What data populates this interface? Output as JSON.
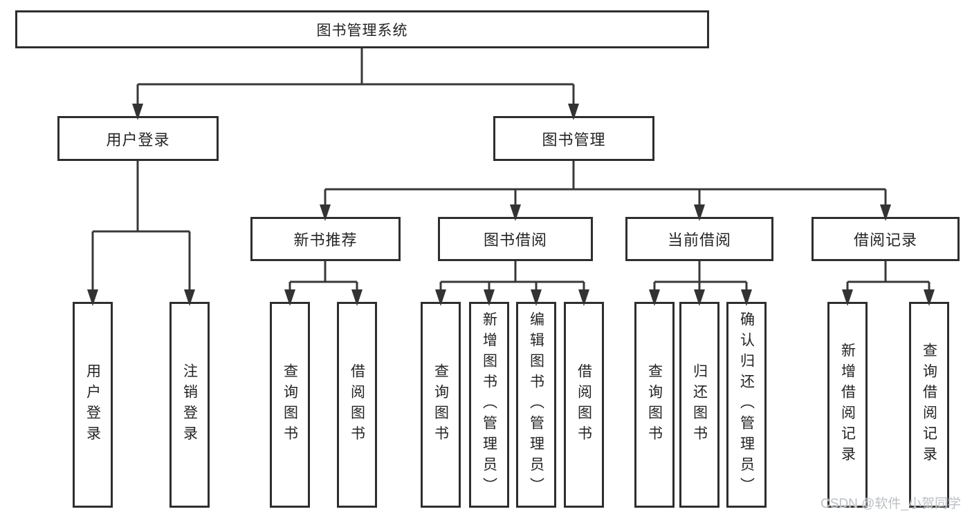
{
  "tree": {
    "root": {
      "label": "图书管理系统",
      "children": [
        {
          "label": "用户登录",
          "children": [
            {
              "label": "用户登录"
            },
            {
              "label": "注销登录"
            }
          ]
        },
        {
          "label": "图书管理",
          "children": [
            {
              "label": "新书推荐",
              "children": [
                {
                  "label": "查询图书"
                },
                {
                  "label": "借阅图书"
                }
              ]
            },
            {
              "label": "图书借阅",
              "children": [
                {
                  "label": "查询图书"
                },
                {
                  "label": "新增图书（管理员）"
                },
                {
                  "label": "编辑图书（管理员）"
                },
                {
                  "label": "借阅图书"
                }
              ]
            },
            {
              "label": "当前借阅",
              "children": [
                {
                  "label": "查询图书"
                },
                {
                  "label": "归还图书"
                },
                {
                  "label": "确认归还（管理员）"
                }
              ]
            },
            {
              "label": "借阅记录",
              "children": [
                {
                  "label": "新增借阅记录"
                },
                {
                  "label": "查询借阅记录"
                }
              ]
            }
          ]
        }
      ]
    }
  },
  "watermark": "CSDN @软件_小贺同学",
  "colors": {
    "line": "#383838",
    "box_border": "#2e2e2e",
    "text": "#242424",
    "watermark": "#bcc0c4",
    "background": "#ffffff"
  }
}
